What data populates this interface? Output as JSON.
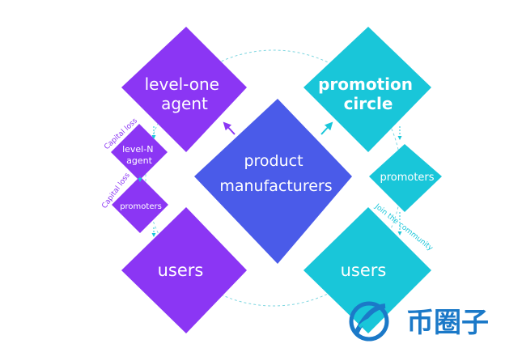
{
  "colors": {
    "purple": "#8b36f4",
    "cyan": "#19c6d9",
    "blue": "#4a5be9",
    "dashed_line": "#7dd6e0",
    "logo_blue": "#1b79c8"
  },
  "nodes": {
    "level_one_agent": [
      "level-one",
      "agent"
    ],
    "promotion_circle": [
      "promotion",
      "circle"
    ],
    "product_manufacturers": [
      "product",
      "manufacturers"
    ],
    "level_n_agent": [
      "level-N",
      "agent"
    ],
    "promoters_left": "promoters",
    "promoters_right": "promoters",
    "users_left": "users",
    "users_right": "users"
  },
  "edge_labels": {
    "capital_loss_top": "Capital loss",
    "capital_loss_bottom": "Capital loss",
    "join_community": "Join the community"
  },
  "logo": {
    "text": "币圈子"
  }
}
